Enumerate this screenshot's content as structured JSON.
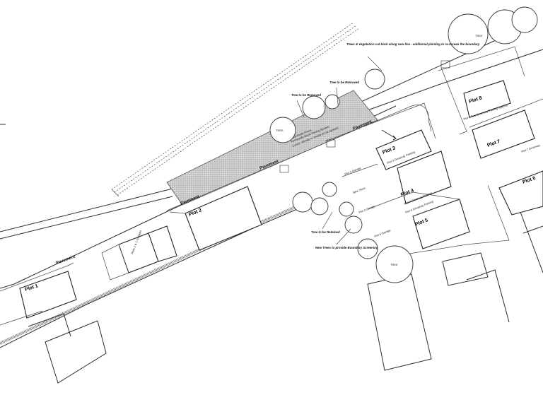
{
  "labels": {
    "plot1": "Plot 1",
    "plot2": "Plot 2",
    "plot3": "Plot 3",
    "plot4": "Plot 4",
    "plot5": "Plot 5",
    "plot6": "Plot 6",
    "plot7": "Plot 7",
    "plot8": "Plot 8",
    "pavement": "Pavement",
    "plot3_parking": "Plot 3 Driveway Parking",
    "plot4_parking": "Plot 4 Driveway Parking",
    "plot5_parking": "Plot 5 Driveway Parking",
    "plot6_parking": "Plot 6 Two Driveway Parking Spaces",
    "plot7_parking": "Plot 7 Driveway",
    "garages_1_2": "Plots 1 & 2 Garages",
    "plot3_garage": "Plot 3 Garage",
    "plot4_garage": "Plot 4 Garage",
    "plot5_garage": "Plot 5 Garage",
    "bike_store": "Bike Store",
    "passing_place_1": "Marshalls Priora",
    "passing_place_2": "Permeable Block Paving System",
    "passing_place_3": "Colour: Brindle or similar (to be agreed)",
    "tree_removed_a": "Tree to be Removed",
    "tree_removed_b": "Tree to be Removed",
    "tree_removed_c": "Tree to be Retained",
    "new_trees": "New Trees to provide Boundary Screening",
    "cutback_note": "Trees & Vegetation cut back along new line - additional planting to re-screen the boundary",
    "tree_tag": "TREE"
  },
  "colors": {
    "line": "#2b2b2b",
    "paving": "#c8c8c8",
    "background": "#ffffff"
  },
  "icons": [
    "tree-canopy-icon",
    "north-arrow-icon",
    "bike-icon"
  ]
}
